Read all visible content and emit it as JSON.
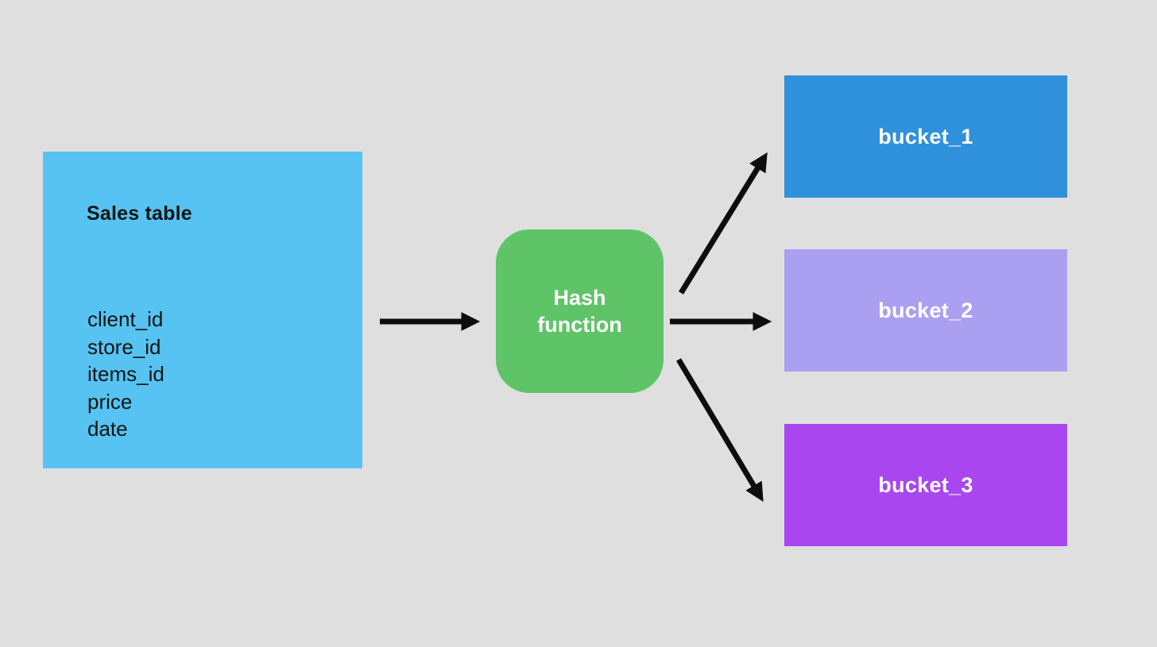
{
  "diagram": {
    "background_color": "#dfdfdf",
    "arrow_color": "#0d0d0d",
    "sales_table": {
      "title": "Sales table",
      "fields": [
        "client_id",
        "store_id",
        "items_id",
        "price",
        "date"
      ],
      "fill_color": "#56c3f2",
      "text_color": "#141414"
    },
    "hash_function": {
      "label": "Hash function",
      "fill_color": "#5fc468",
      "text_color": "#ffffff"
    },
    "buckets": [
      {
        "label": "bucket_1",
        "fill_color": "#2f90dc",
        "text_color": "#ffffff"
      },
      {
        "label": "bucket_2",
        "fill_color": "#ab9ff1",
        "text_color": "#ffffff"
      },
      {
        "label": "bucket_3",
        "fill_color": "#a946f0",
        "text_color": "#ffffff"
      }
    ],
    "connections": [
      {
        "from": "sales-table",
        "to": "hash-function"
      },
      {
        "from": "hash-function",
        "to": "bucket-1"
      },
      {
        "from": "hash-function",
        "to": "bucket-2"
      },
      {
        "from": "hash-function",
        "to": "bucket-3"
      }
    ]
  }
}
